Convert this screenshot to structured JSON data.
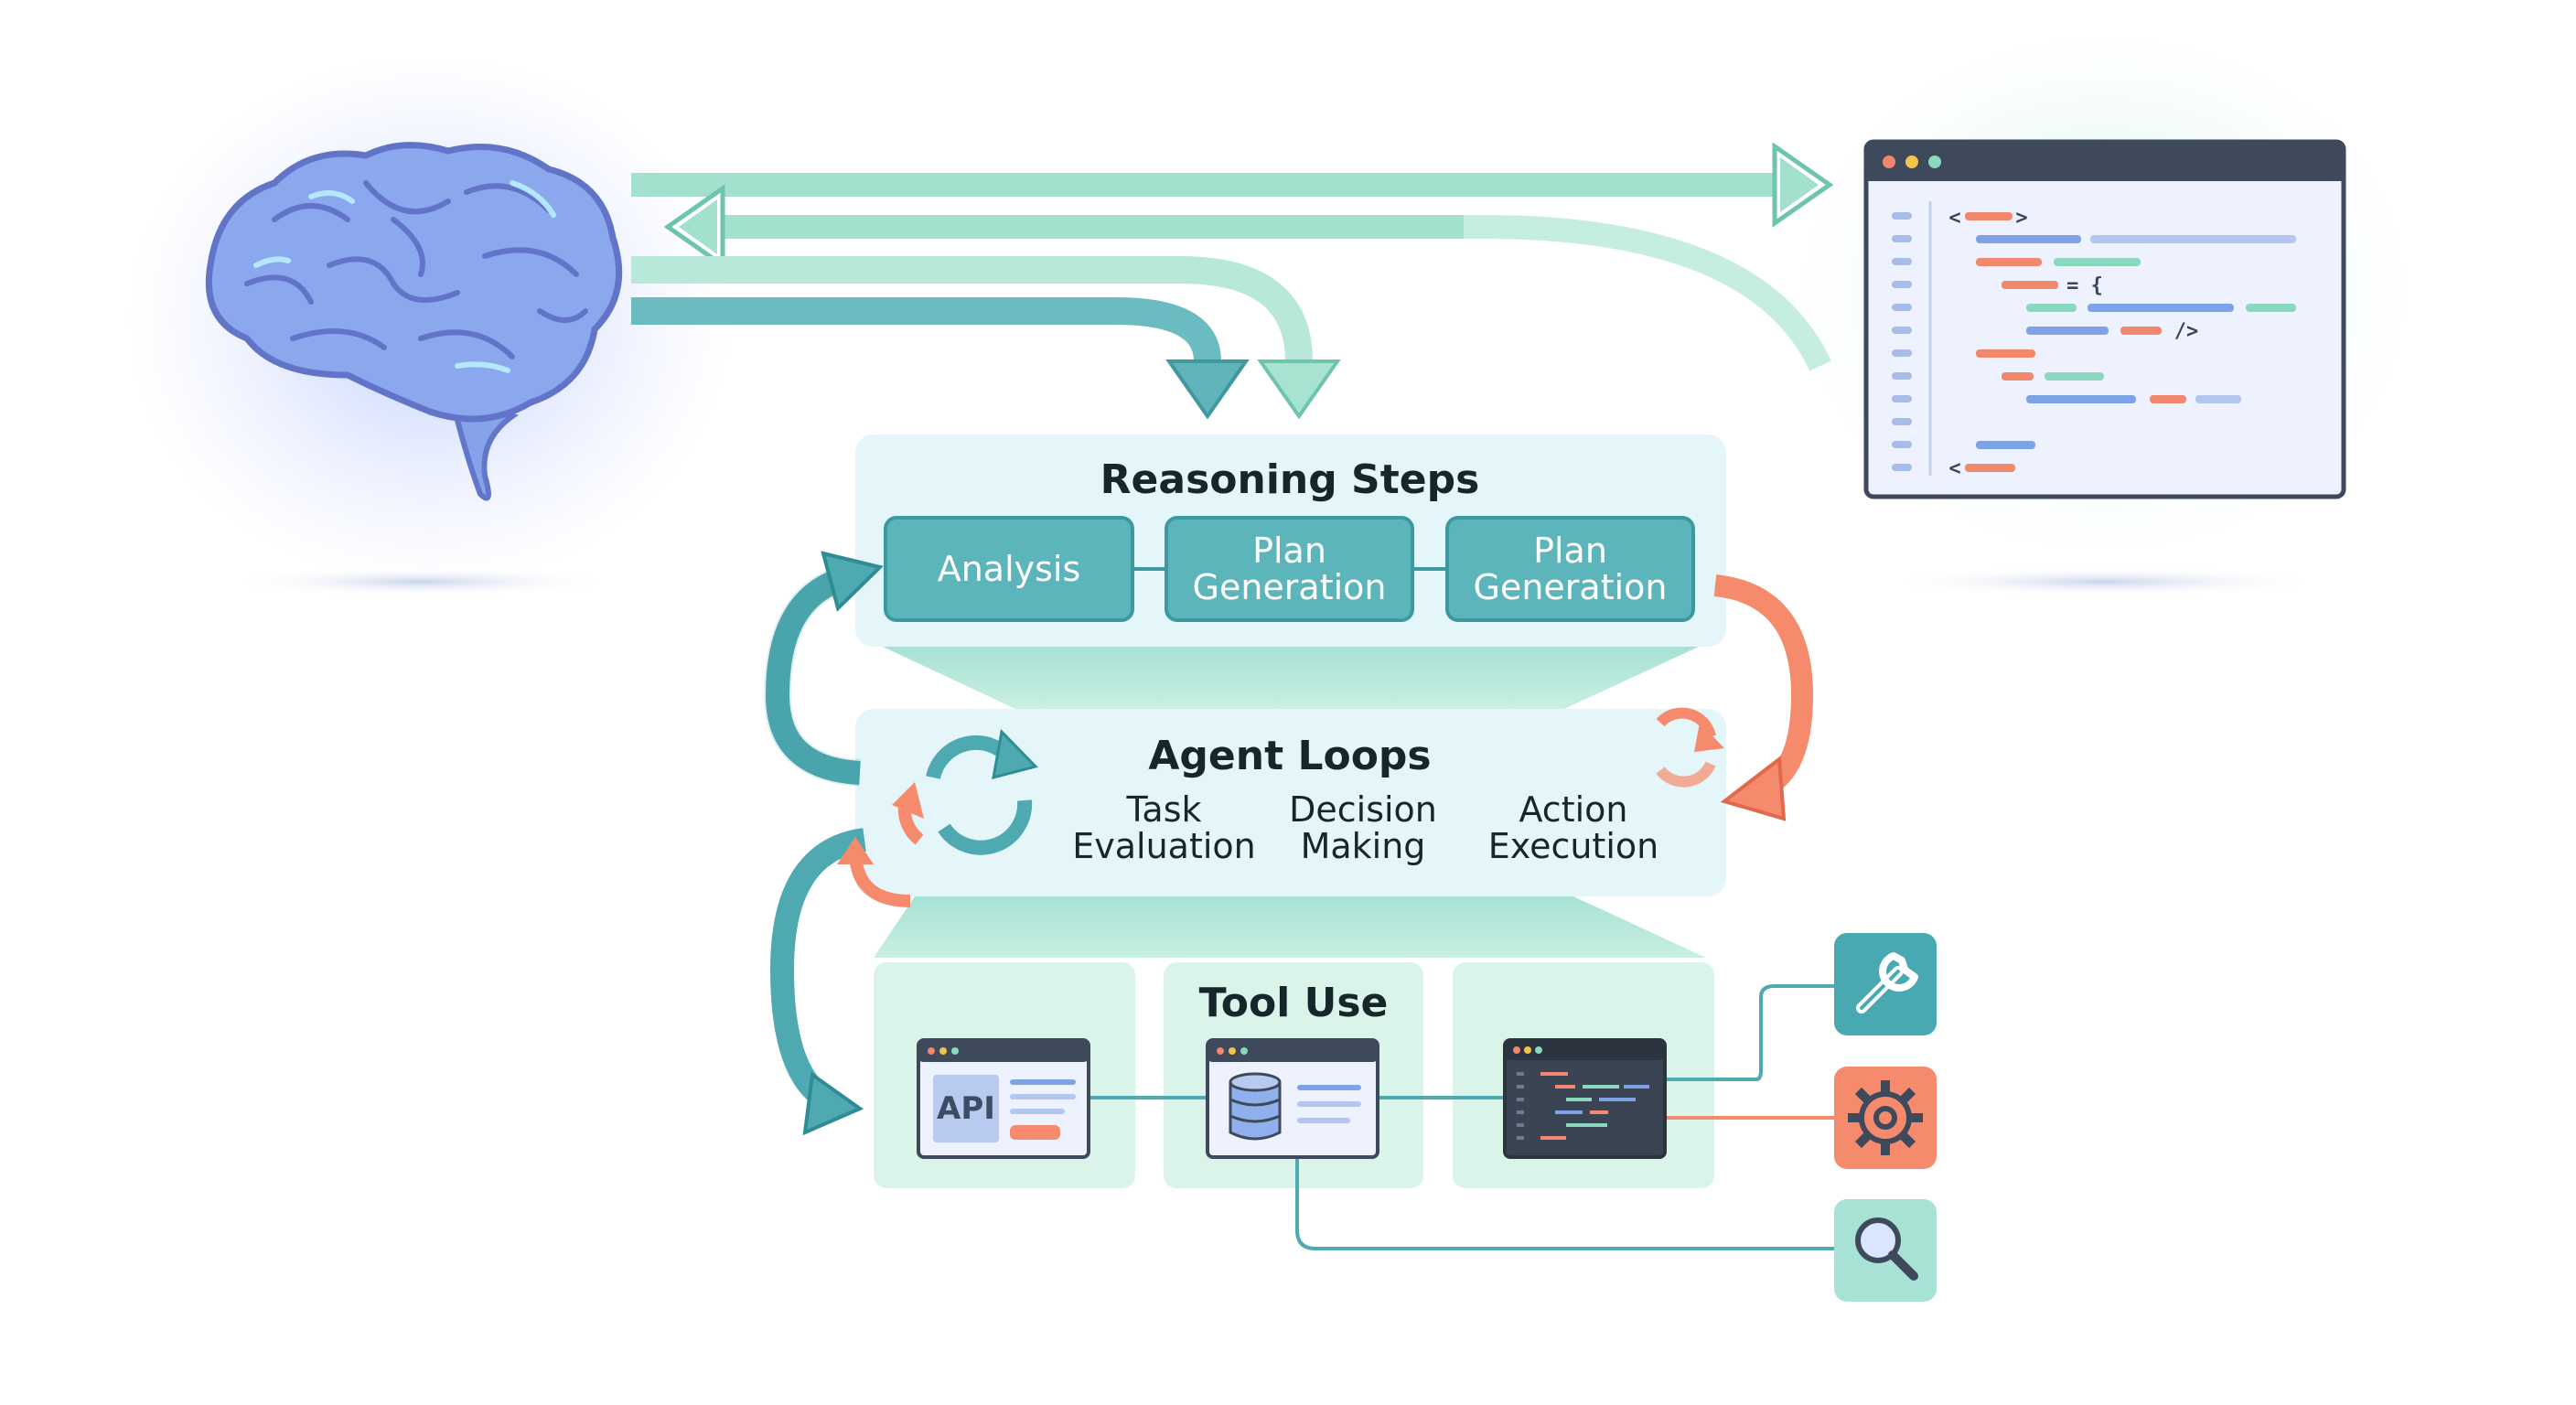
{
  "sections": {
    "reasoning": {
      "title": "Reasoning Steps",
      "steps": [
        "Analysis",
        "Plan\nGeneration",
        "Plan\nGeneration"
      ]
    },
    "agent": {
      "title": "Agent Loops",
      "items": [
        "Task\nEvaluation",
        "Decision\nMaking",
        "Action\nExecution"
      ]
    },
    "tools": {
      "title": "Tool Use",
      "api_label": "API",
      "icons": [
        "wrench-icon",
        "gear-icon",
        "search-icon"
      ]
    }
  },
  "code_window": {
    "glyphs": [
      "<",
      ">",
      "= {",
      "/>",
      "<"
    ]
  },
  "colors": {
    "teal_dark": "#49a9b2",
    "teal_light": "#9edfcc",
    "orange": "#f58a6c",
    "brain": "#8aa6ea",
    "panel": "#e3f6f8",
    "tool_panel": "#dbf5ea"
  }
}
